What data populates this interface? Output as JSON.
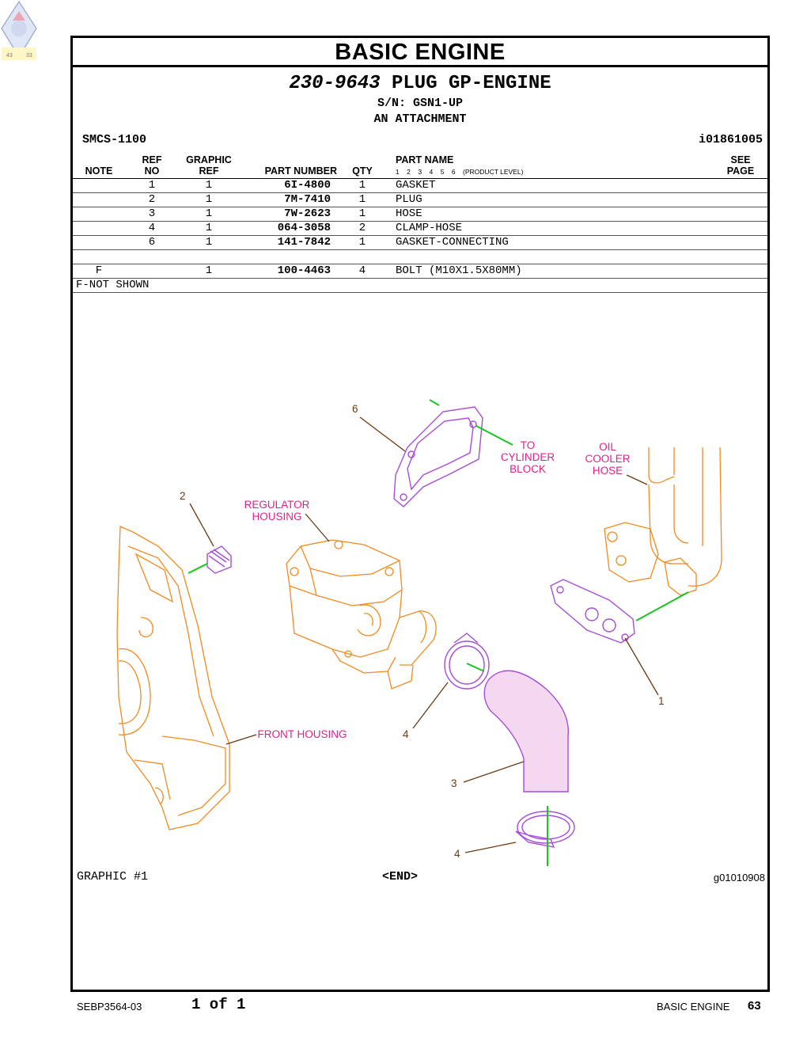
{
  "header": {
    "title": "BASIC  ENGINE",
    "group_number": "230-9643",
    "group_name": "PLUG GP-ENGINE",
    "serial": "S/N: GSN1-UP",
    "attachment": "AN ATTACHMENT",
    "smcs": "SMCS-1100",
    "ident": "i01861005"
  },
  "columns": {
    "note": "NOTE",
    "ref_no_1": "REF",
    "ref_no_2": "NO",
    "graphic_ref_1": "GRAPHIC",
    "graphic_ref_2": "REF",
    "part_number": "PART NUMBER",
    "qty": "QTY",
    "part_name": "PART NAME",
    "levels": "1    2    3    4    5    6    (PRODUCT LEVEL)",
    "see_page_1": "SEE",
    "see_page_2": "PAGE"
  },
  "parts": [
    {
      "note": "",
      "ref": "1",
      "graphic": "1",
      "number": "6I-4800",
      "qty": "1",
      "name": "GASKET"
    },
    {
      "note": "",
      "ref": "2",
      "graphic": "1",
      "number": "7M-7410",
      "qty": "1",
      "name": "PLUG"
    },
    {
      "note": "",
      "ref": "3",
      "graphic": "1",
      "number": "7W-2623",
      "qty": "1",
      "name": "HOSE"
    },
    {
      "note": "",
      "ref": "4",
      "graphic": "1",
      "number": "064-3058",
      "qty": "2",
      "name": "CLAMP-HOSE"
    },
    {
      "note": "",
      "ref": "6",
      "graphic": "1",
      "number": "141-7842",
      "qty": "1",
      "name": "GASKET-CONNECTING"
    },
    {
      "note": "",
      "ref": "",
      "graphic": "",
      "number": "",
      "qty": "",
      "name": ""
    },
    {
      "note": "F",
      "ref": "",
      "graphic": "1",
      "number": "100-4463",
      "qty": "4",
      "name": "BOLT (M10X1.5X80MM)"
    }
  ],
  "footnote": "F-NOT SHOWN",
  "illustration": {
    "callouts": {
      "c6": "6",
      "c2": "2",
      "c1": "1",
      "c4a": "4",
      "c3": "3",
      "c4b": "4"
    },
    "labels": {
      "to_cyl_1": "TO",
      "to_cyl_2": "CYLINDER",
      "to_cyl_3": "BLOCK",
      "oil_1": "OIL",
      "oil_2": "COOLER",
      "oil_3": "HOSE",
      "reg_1": "REGULATOR",
      "reg_2": "HOUSING",
      "front": "FRONT HOUSING"
    },
    "colors": {
      "engine": "#f28a1e",
      "part": "#a64dd6",
      "label": "#e0218a",
      "leader": "#6b3a12",
      "guide": "#18c41e"
    }
  },
  "graphic_label": "GRAPHIC #1",
  "end_mark": "<END>",
  "graphic_id": "g01010908",
  "footer": {
    "doc": "SEBP3564-03",
    "page_of": "1 of 1",
    "section": "BASIC ENGINE",
    "page_number": "63"
  },
  "logo": {
    "left_num": "43",
    "right_num": "33"
  }
}
